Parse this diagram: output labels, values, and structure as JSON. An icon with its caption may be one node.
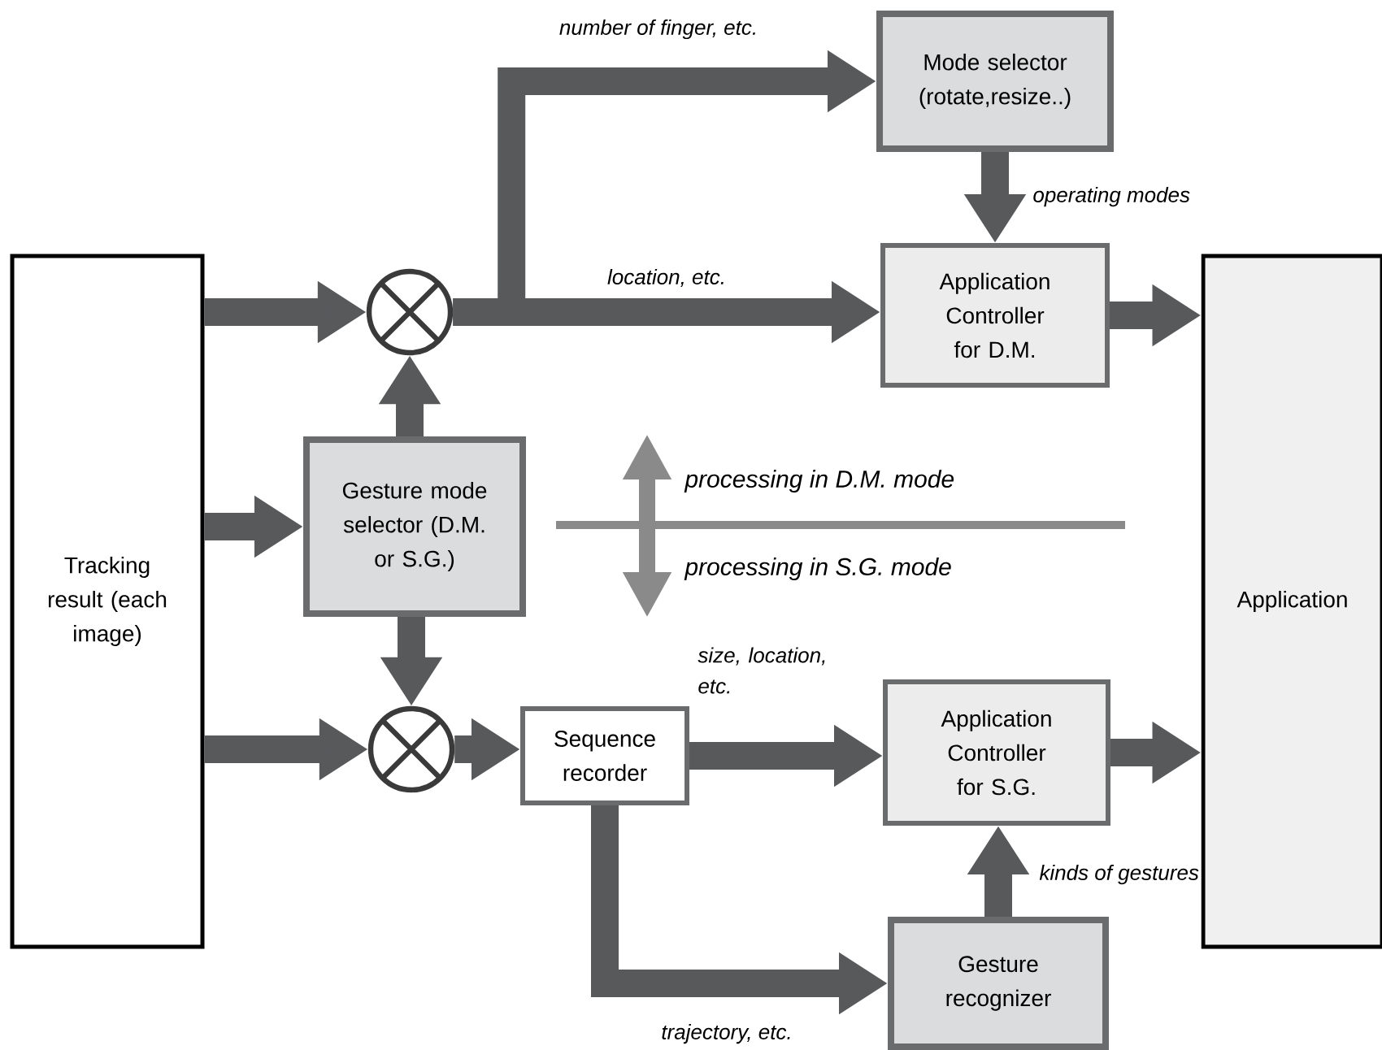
{
  "diagram": {
    "nodes": [
      {
        "text": [
          "Tracking result (each image)"
        ]
      },
      {
        "text": [
          "Mode selector (rotate,resize..)"
        ]
      },
      {
        "text": [],
        "shape": "circle"
      },
      {
        "text": [
          "Application Controller for D.M."
        ]
      },
      {
        "text": [
          "Application"
        ]
      },
      {
        "text": [
          "Gesture mode selector (D.M. or S.G.)"
        ]
      },
      {
        "text": [],
        "shape": "circle"
      },
      {
        "text": [
          "Sequence recorder"
        ]
      },
      {
        "text": [
          "Application Controller for S.G."
        ]
      },
      {
        "text": [
          "Gesture recognizer"
        ]
      }
    ],
    "edges": [
      {
        "from": 0,
        "to": 2,
        "arrow": "to"
      },
      {
        "from": 0,
        "to": 5,
        "arrow": "to"
      },
      {
        "from": 0,
        "to": 6,
        "arrow": "to"
      },
      {
        "from": 5,
        "to": 2,
        "arrow": "to"
      },
      {
        "from": 5,
        "to": 6,
        "arrow": "to"
      },
      {
        "from": 2,
        "to": 1,
        "arrow": "to",
        "label": "number of finger, etc."
      },
      {
        "from": 2,
        "to": 3,
        "arrow": "to",
        "label": "location, etc."
      },
      {
        "from": 1,
        "to": 3,
        "arrow": "to",
        "label": "operating modes"
      },
      {
        "from": 3,
        "to": 4,
        "arrow": "to"
      },
      {
        "from": 6,
        "to": 7,
        "arrow": "to"
      },
      {
        "from": 7,
        "to": 8,
        "arrow": "to",
        "label": "size, location, etc."
      },
      {
        "from": 7,
        "to": 9,
        "arrow": "to",
        "label": "trajectory, etc."
      },
      {
        "from": 9,
        "to": 8,
        "arrow": "to",
        "label": "kinds of gestures"
      },
      {
        "from": 8,
        "to": 4,
        "arrow": "to"
      }
    ],
    "labels": [
      "processing in D.M. mode",
      "processing in S.G. mode"
    ]
  }
}
